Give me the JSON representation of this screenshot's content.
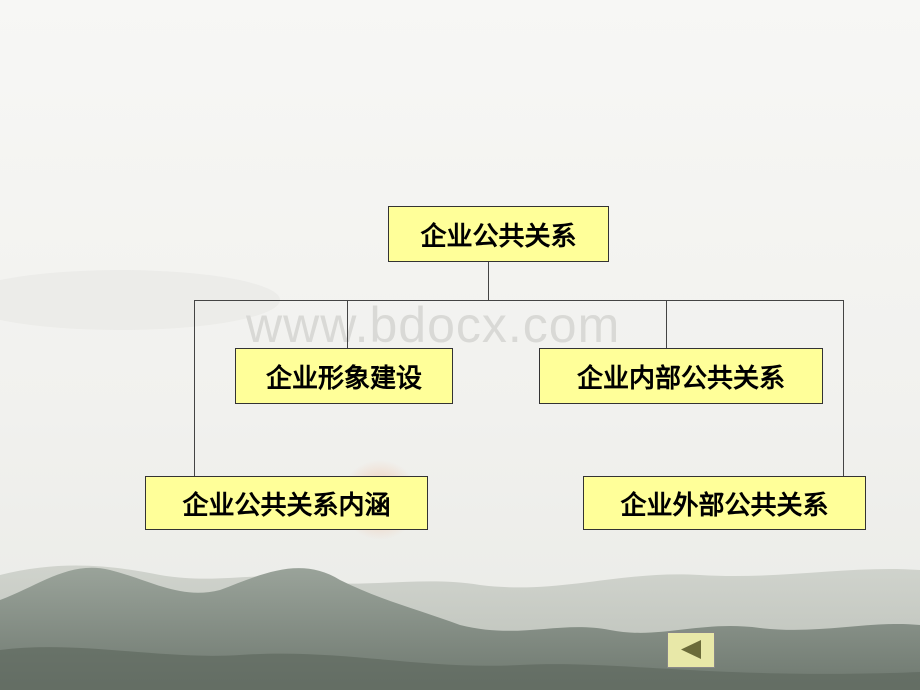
{
  "watermark": "www.bdocx.com",
  "diagram": {
    "root": "企业公共关系",
    "nodes": {
      "image": "企业形象建设",
      "internal": "企业内部公共关系",
      "connotation": "企业公共关系内涵",
      "external": "企业外部公共关系"
    }
  },
  "navigation": {
    "back_icon": "triangle-left-icon"
  },
  "colors": {
    "box_fill": "#ffff99",
    "nav_fill": "#e8e8a8",
    "arrow": "#6b6b3a"
  }
}
